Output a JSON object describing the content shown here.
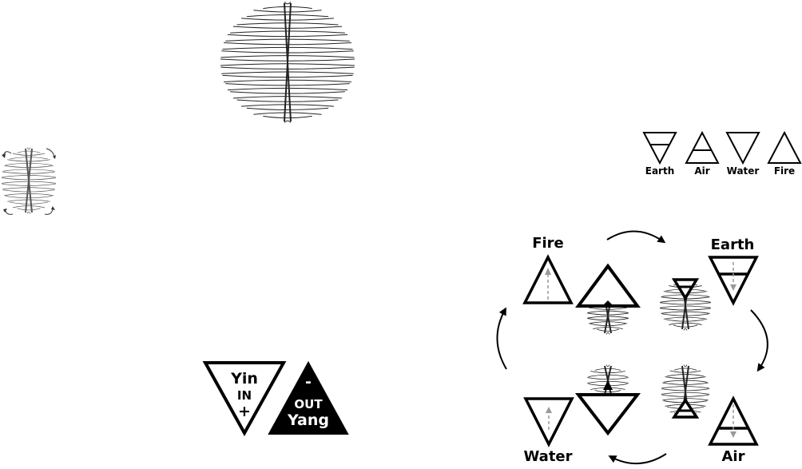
{
  "legend": {
    "earth": "Earth",
    "air": "Air",
    "water": "Water",
    "fire": "Fire"
  },
  "yinyang": {
    "yin_word": "Yin",
    "yin_in": "IN",
    "yin_sign": "+",
    "yang_sign": "-",
    "yang_out": "OUT",
    "yang_word": "Yang"
  },
  "cycle": {
    "fire": "Fire",
    "earth": "Earth",
    "water": "Water",
    "air": "Air"
  },
  "colors": {
    "ink": "#000000",
    "arrow_guide": "#999999",
    "scribble": "#222222"
  }
}
